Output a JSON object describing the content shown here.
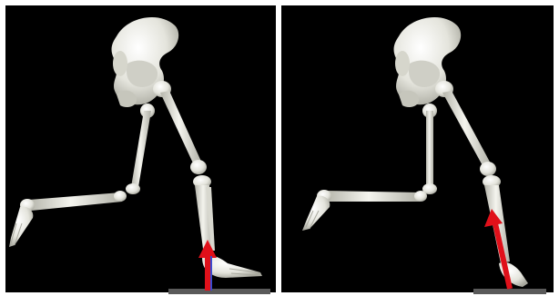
{
  "figure": {
    "background_color": "#000000",
    "bone_color": "#e6e6de",
    "bone_shadow_color": "#b8b8ae",
    "arrow_color": "#e0101a",
    "force_plate_color": "#5a5a5a",
    "divider_color": "#ffffff"
  },
  "panels": [
    {
      "subject": "skeleton-lower-limb",
      "ground_reaction_arrow": "vertical-red-arrow"
    },
    {
      "subject": "skeleton-lower-limb",
      "ground_reaction_arrow": "angled-red-arrow"
    }
  ]
}
